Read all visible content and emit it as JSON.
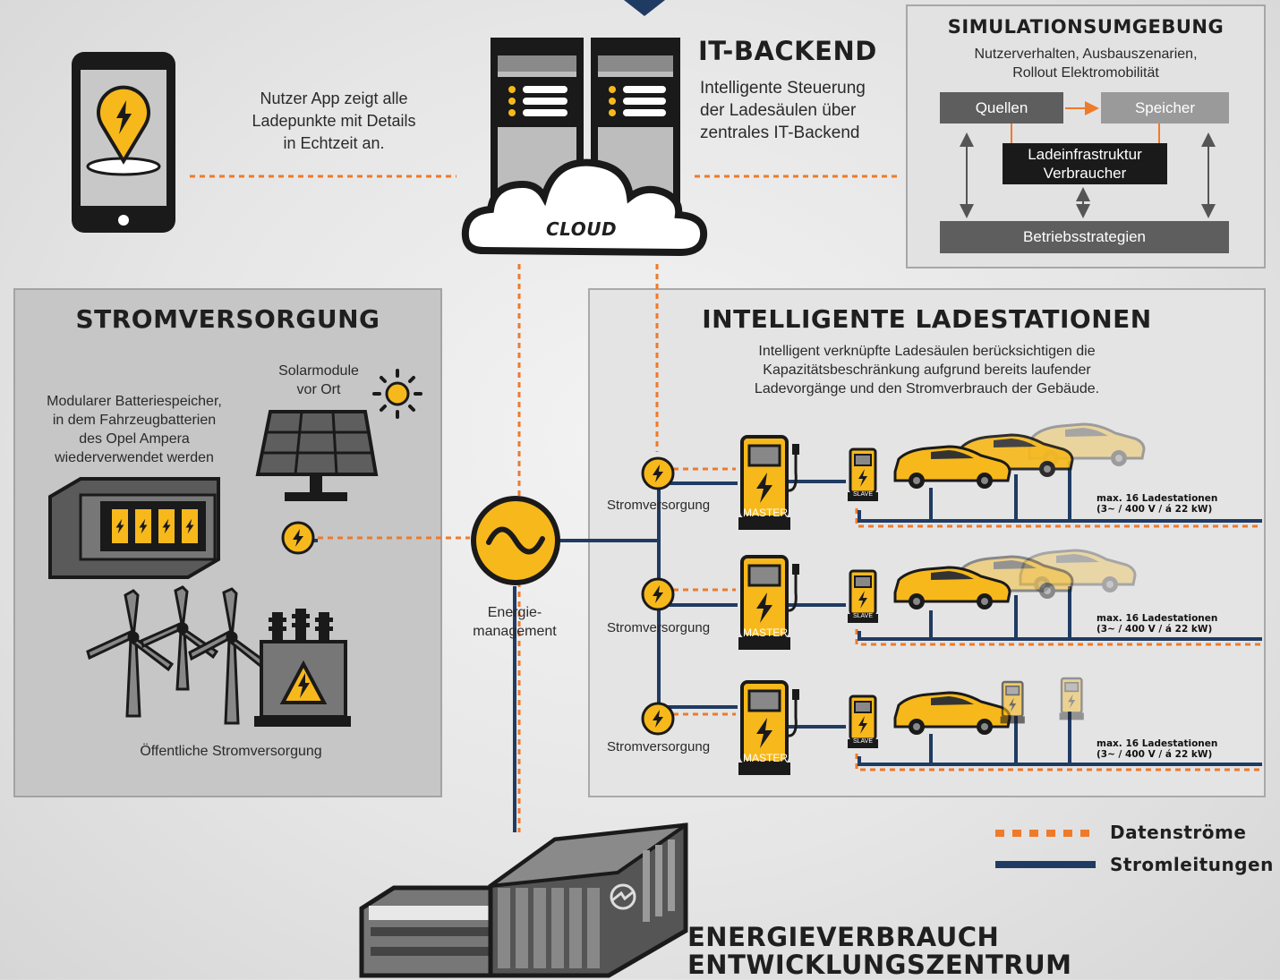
{
  "phone": {
    "caption": "Nutzer App zeigt alle\nLadepunkte mit Details\nin Echtzeit an."
  },
  "backend": {
    "title": "IT-BACKEND",
    "description": "Intelligente Steuerung\nder Ladesäulen über\nzentrales IT-Backend",
    "cloud_label": "CLOUD"
  },
  "simulation": {
    "title": "SIMULATIONSUMGEBUNG",
    "subtitle": "Nutzerverhalten, Ausbauszenarien,\nRollout Elektromobilität",
    "boxes": {
      "quellen": "Quellen",
      "speicher": "Speicher",
      "ladeinfrastruktur": "Ladeinfrastruktur\nVerbraucher",
      "betriebsstrategien": "Betriebsstrategien"
    }
  },
  "stromversorgung": {
    "title": "STROMVERSORGUNG",
    "battery_text": "Modularer Batteriespeicher,\nin dem Fahrzeugbatterien\ndes Opel Ampera\nwiederverwendet werden",
    "solar_text": "Solarmodule\nvor Ort",
    "grid_text": "Öffentliche Stromversorgung"
  },
  "energiemanagement": {
    "label": "Energie-\nmanagement"
  },
  "ladestationen": {
    "title": "INTELLIGENTE LADESTATIONEN",
    "description": "Intelligent verknüpfte Ladesäulen berücksichtigen die\nKapazitätsbeschränkung aufgrund bereits laufender\nLadevorgänge und den Stromverbrauch der Gebäude.",
    "rows": [
      {
        "supply_label": "Stromversorgung",
        "master_label": "MASTER",
        "slave_label": "SLAVE",
        "max_label": "max. 16 Ladestationen\n(3~ / 400 V / á 22 kW)"
      },
      {
        "supply_label": "Stromversorgung",
        "master_label": "MASTER",
        "slave_label": "SLAVE",
        "max_label": "max. 16 Ladestationen\n(3~ / 400 V / á 22 kW)"
      },
      {
        "supply_label": "Stromversorgung",
        "master_label": "MASTER",
        "slave_label": "SLAVE",
        "max_label": "max. 16 Ladestationen\n(3~ / 400 V / á 22 kW)"
      }
    ]
  },
  "legend": {
    "data_label": "Datenströme",
    "power_label": "Stromleitungen"
  },
  "building": {
    "title": "ENERGIEVERBRAUCH\nENTWICKLUNGSZENTRUM"
  },
  "colors": {
    "orange": "#ef7a2a",
    "navy": "#1f3b63",
    "yellow": "#f7b81b",
    "dark": "#1a1a1a",
    "grey_box": "#5e5e5e"
  }
}
